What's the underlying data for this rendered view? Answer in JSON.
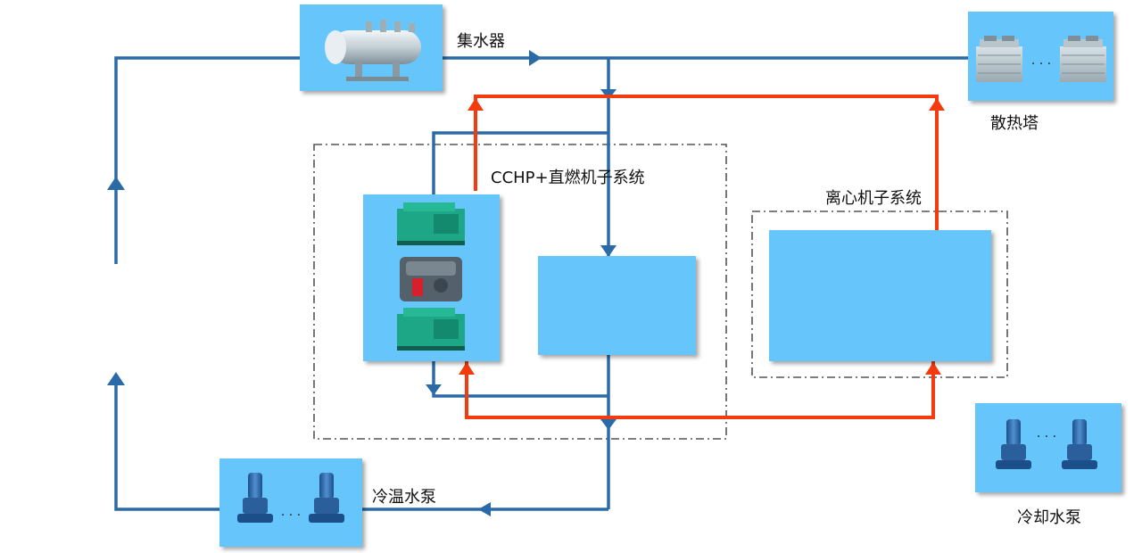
{
  "labels": {
    "header_tank": "集水器",
    "cooling_tower": "散热塔",
    "cchp_subsystem": "CCHP+直燃机子系统",
    "centrifugal_subsystem": "离心机子系统",
    "chilled_pump": "冷温水泵",
    "cooling_pump": "冷却水泵"
  },
  "ellipsis": "· · ·",
  "colors": {
    "chilled_water_line": "#2a6aa6",
    "cooling_water_line": "#f23c10",
    "equipment_panel": "#66c5fb",
    "subsystem_border": "#555555"
  },
  "icons": {
    "header_tank": "water-header-tank-icon",
    "cooling_tower": "cooling-tower-icon",
    "generator": "generator-set-icon",
    "absorption_chiller": "absorption-chiller-icon",
    "pump": "inline-pump-icon"
  }
}
